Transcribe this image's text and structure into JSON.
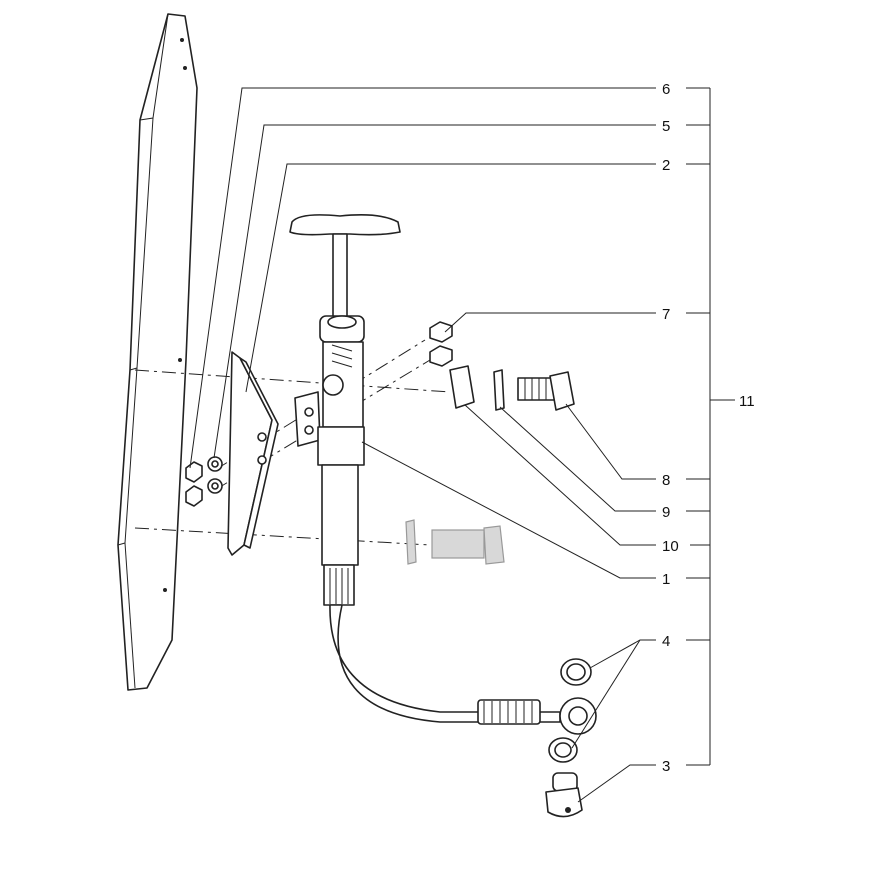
{
  "diagram": {
    "type": "exploded parts view",
    "callouts": {
      "c6": "6",
      "c5": "5",
      "c2": "2",
      "c7": "7",
      "c11": "11",
      "c8": "8",
      "c9": "9",
      "c10": "10",
      "c1": "1",
      "c4": "4",
      "c3": "3"
    },
    "colors": {
      "line": "#222222",
      "ghost_part": "#d8d8d8"
    }
  }
}
